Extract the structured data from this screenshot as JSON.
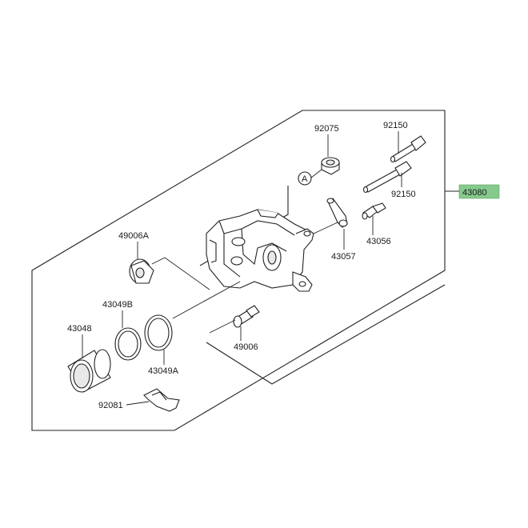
{
  "diagram": {
    "labels": {
      "p92075": "92075",
      "p92150a": "92150",
      "p92150b": "92150",
      "p43080": "43080",
      "pA": "A",
      "p49006A": "49006A",
      "p43057": "43057",
      "p43056": "43056",
      "p43049B": "43049B",
      "p43048": "43048",
      "p49006": "49006",
      "p43049A": "43049A",
      "p92081": "92081"
    },
    "highlight_color": "#86c98c"
  }
}
